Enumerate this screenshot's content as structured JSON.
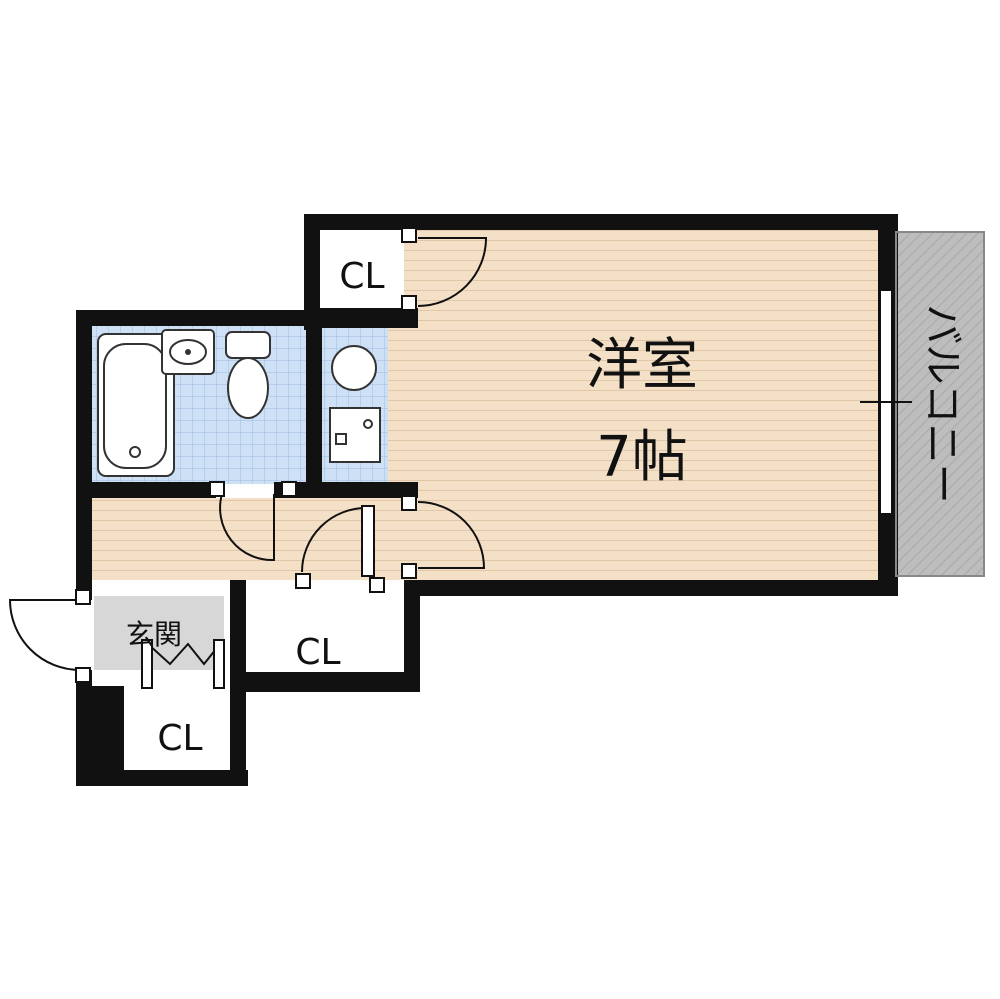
{
  "rooms": {
    "western_room": {
      "name": "洋室",
      "size": "7帖"
    },
    "balcony": {
      "name": "バルコニー"
    },
    "entrance": {
      "name": "玄関"
    },
    "closet_top": {
      "name": "CL"
    },
    "closet_middle": {
      "name": "CL"
    },
    "closet_bottom": {
      "name": "CL"
    }
  },
  "colors": {
    "wall": "#111111",
    "wood_floor": "#f4e0c6",
    "floor_stripe": "#dfc7a8",
    "bath_tile": "#cde0f6",
    "tile_grid": "#9fbde2",
    "grey_floor": "#d7d7d7",
    "balcony_floor": "#bdbdbd"
  }
}
